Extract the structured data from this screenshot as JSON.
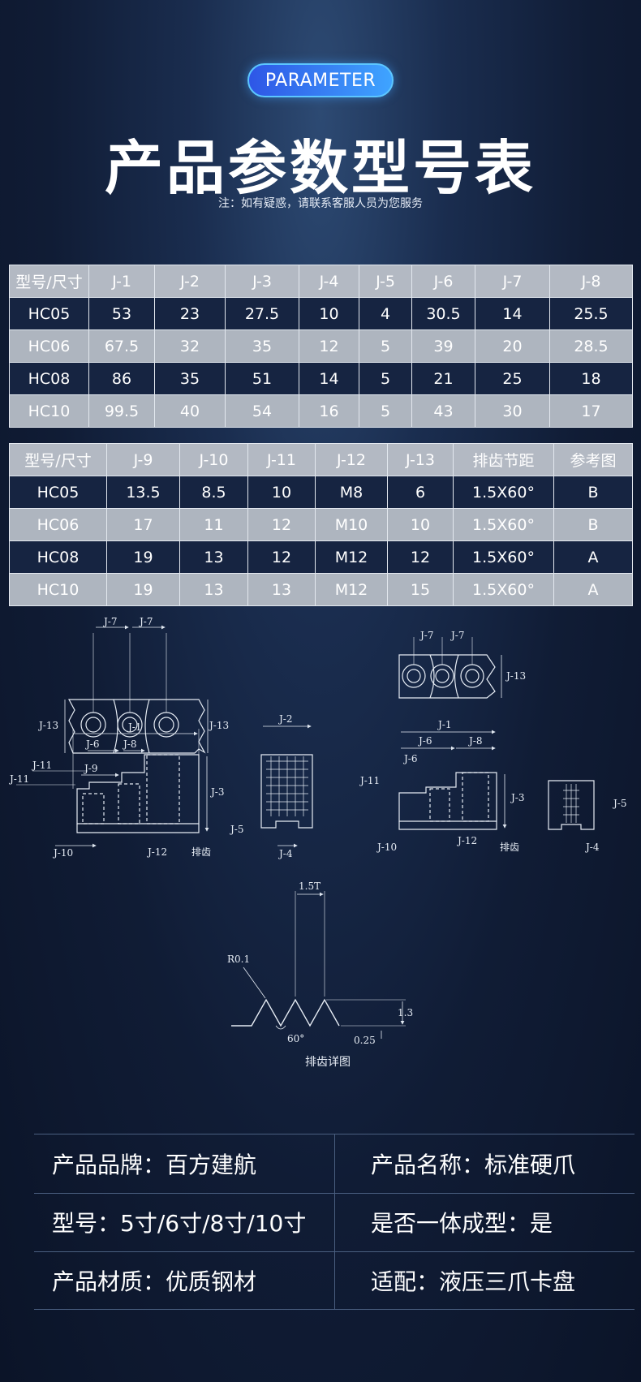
{
  "header": {
    "badge": "PARAMETER",
    "title": "产品参数型号表",
    "note": "注：如有疑惑，请联系客服人员为您服务"
  },
  "table1": {
    "headers": [
      "型号/尺寸",
      "J-1",
      "J-2",
      "J-3",
      "J-4",
      "J-5",
      "J-6",
      "J-7",
      "J-8"
    ],
    "rows": [
      [
        "HC05",
        "53",
        "23",
        "27.5",
        "10",
        "4",
        "30.5",
        "14",
        "25.5"
      ],
      [
        "HC06",
        "67.5",
        "32",
        "35",
        "12",
        "5",
        "39",
        "20",
        "28.5"
      ],
      [
        "HC08",
        "86",
        "35",
        "51",
        "14",
        "5",
        "21",
        "25",
        "18"
      ],
      [
        "HC10",
        "99.5",
        "40",
        "54",
        "16",
        "5",
        "43",
        "30",
        "17"
      ]
    ]
  },
  "table2": {
    "headers": [
      "型号/尺寸",
      "J-9",
      "J-10",
      "J-11",
      "J-12",
      "J-13",
      "排齿节距",
      "参考图"
    ],
    "rows": [
      [
        "HC05",
        "13.5",
        "8.5",
        "10",
        "M8",
        "6",
        "1.5X60°",
        "B"
      ],
      [
        "HC06",
        "17",
        "11",
        "12",
        "M10",
        "10",
        "1.5X60°",
        "B"
      ],
      [
        "HC08",
        "19",
        "13",
        "12",
        "M12",
        "12",
        "1.5X60°",
        "A"
      ],
      [
        "HC10",
        "19",
        "13",
        "13",
        "M12",
        "15",
        "1.5X60°",
        "A"
      ]
    ]
  },
  "drawing": {
    "labels": {
      "j1": "J-1",
      "j2": "J-2",
      "j3": "J-3",
      "j4": "J-4",
      "j5": "J-5",
      "j6": "J-6",
      "j7": "J-7",
      "j8": "J-8",
      "j9": "J-9",
      "j10": "J-10",
      "j11": "J-11",
      "j12": "J-12",
      "j13": "J-13"
    },
    "teeth_label": "排齿",
    "detail": {
      "pitch": "1.5T",
      "radius": "R0.1",
      "height": "1.3",
      "flat": "0.25",
      "angle": "60°",
      "caption": "排齿详图"
    }
  },
  "info": {
    "brand": "产品品牌：百方建航",
    "name": "产品名称：标准硬爪",
    "model": "型号：5寸/6寸/8寸/10寸",
    "integral": "是否一体成型：是",
    "material": "产品材质：优质钢材",
    "fit": "适配：液压三爪卡盘"
  }
}
